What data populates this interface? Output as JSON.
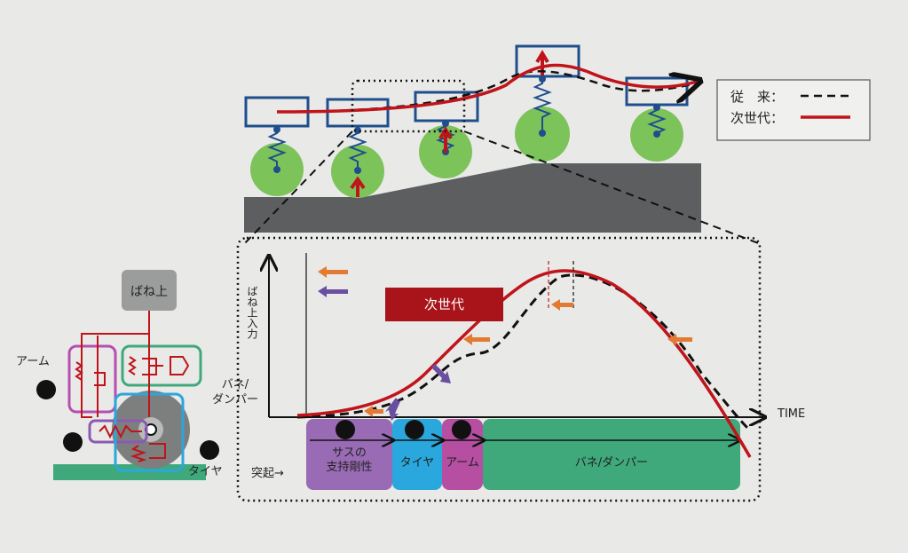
{
  "legend": {
    "conventional_label": "従　来：",
    "next_gen_label": "次世代：",
    "conventional_color": "#111111",
    "next_gen_color": "#c0141a"
  },
  "chart": {
    "y_axis_label": "ばね上入力",
    "x_axis_label": "TIME",
    "next_gen_tag": "次世代",
    "spring_damper_label": "バネ/\nダンパー",
    "bump_label": "突起→"
  },
  "phases": [
    {
      "label": "サスの\n支持剛性",
      "color": "#9a6bb5"
    },
    {
      "label": "タイヤ",
      "color": "#2aa7dc"
    },
    {
      "label": "アーム",
      "color": "#b64ea2"
    },
    {
      "label": "バネ/ダンパー",
      "color": "#3fa97c"
    }
  ],
  "suspension_diagram": {
    "sprung_label": "ばね上",
    "arm_label": "アーム",
    "tire_label": "タイヤ"
  },
  "colors": {
    "box_stroke": "#1f4e8c",
    "wheel": "#7cc35a",
    "road": "#5c5e5f",
    "orange_arrow": "#e27a33",
    "purple_arrow": "#6a4ea0"
  }
}
